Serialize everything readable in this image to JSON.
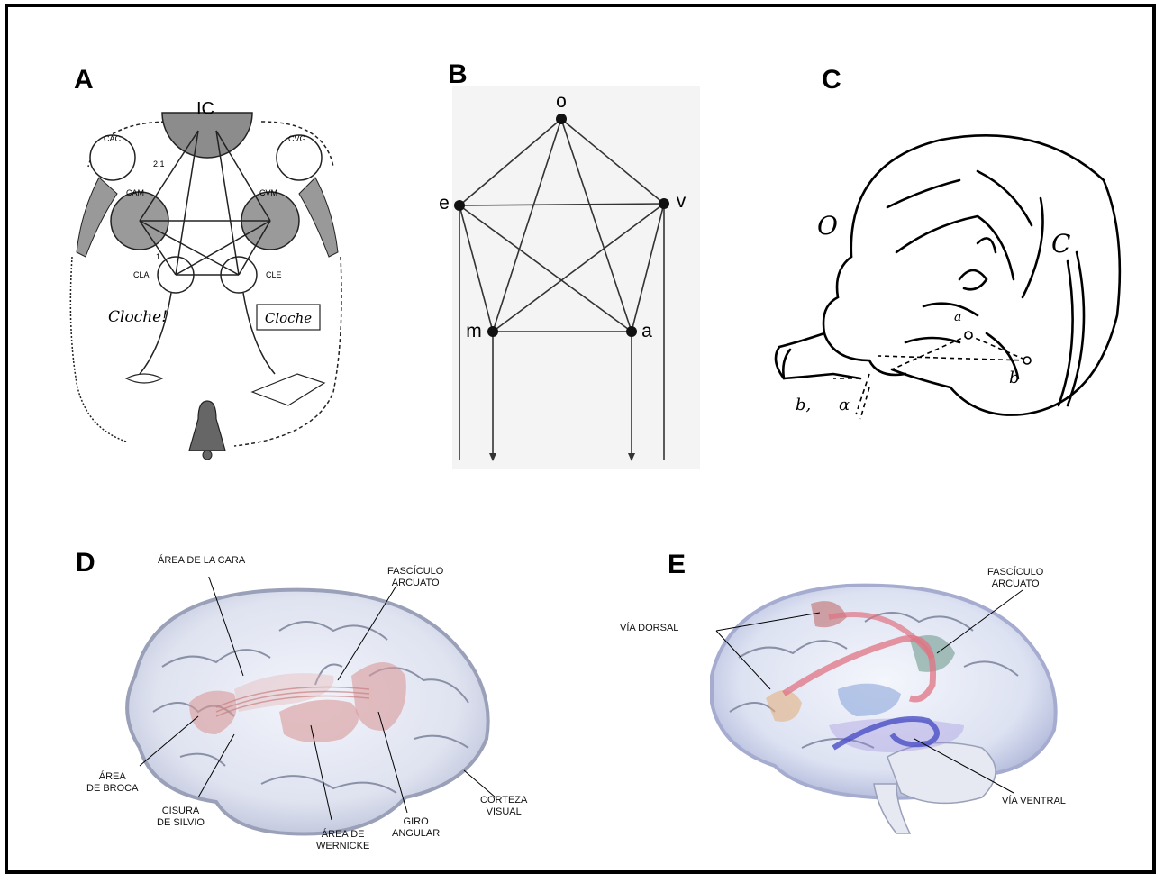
{
  "panels": {
    "A": {
      "letter": "A",
      "ic": "IC",
      "cac": "CAC",
      "cvg": "CVG",
      "cam": "CAM",
      "cvm": "CVM",
      "cla": "CLA",
      "cle": "CLE",
      "n21": "2,1",
      "n1": "1",
      "spoken": "Cloche!",
      "written": "Cloche"
    },
    "B": {
      "letter": "B",
      "nodes": {
        "o": "o",
        "e": "e",
        "v": "v",
        "m": "m",
        "a": "a"
      }
    },
    "C": {
      "letter": "C",
      "o": "O",
      "c": "C",
      "a": "a",
      "b": "b",
      "b1": "b,",
      "alpha": "α"
    },
    "D": {
      "letter": "D",
      "area_cara": "ÁREA DE LA CARA",
      "fasciculo": [
        "FASCÍCULO",
        "ARCUATO"
      ],
      "broca": [
        "ÁREA",
        "DE BROCA"
      ],
      "silvio": [
        "CISURA",
        "DE SILVIO"
      ],
      "wernicke": [
        "ÁREA DE",
        "WERNICKE"
      ],
      "angular": [
        "GIRO",
        "ANGULAR"
      ],
      "visual": [
        "CORTEZA",
        "VISUAL"
      ]
    },
    "E": {
      "letter": "E",
      "fasciculo": [
        "FASCÍCULO",
        "ARCUATO"
      ],
      "dorsal": "VÍA DORSAL",
      "ventral": "VÍA VENTRAL"
    }
  }
}
